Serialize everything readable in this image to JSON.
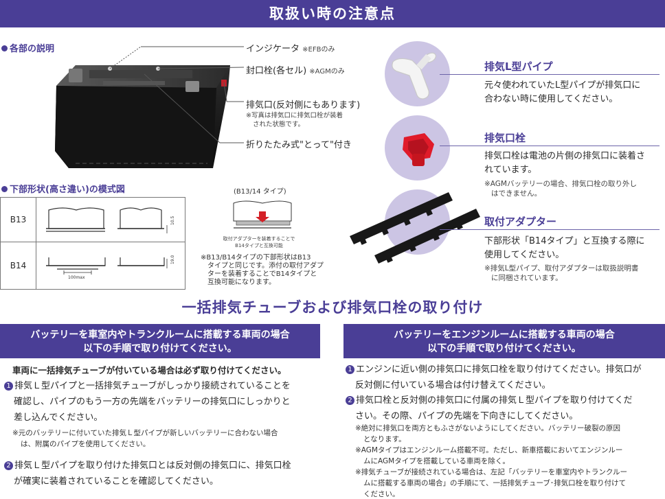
{
  "header": {
    "title": "取扱い時の注意点"
  },
  "parts_section": {
    "heading": "各部の説明",
    "callouts": {
      "indicator": {
        "label": "インジケータ",
        "note": "※EFBのみ"
      },
      "plug": {
        "label": "封口栓(各セル)",
        "note": "※AGMのみ"
      },
      "vent": {
        "label": "排気口(反対側にもあります)",
        "note1": "※写真は排気口に排気口栓が装着",
        "note2": "された状態です。"
      },
      "handle": {
        "label": "折りたたみ式\"とって\"付き"
      }
    }
  },
  "bottom_shape": {
    "heading": "下部形状(高さ違い)の模式図",
    "rows": [
      {
        "label": "B13",
        "dim": "10.5"
      },
      {
        "label": "B14",
        "dim": "19.0",
        "width_label": "100max"
      }
    ],
    "diagram_title": "(B13/14 タイプ)",
    "diagram_caption": [
      "取付アダプターを装着することで",
      "B14タイプと互換可能"
    ],
    "note_lines": [
      "※B13/B14タイプの下部形状はB13",
      "タイプと同じです。添付の取付アダプ",
      "ターを装着することでB14タイプと",
      "互換可能になります。"
    ]
  },
  "parts": [
    {
      "title": "排気L型パイプ",
      "desc": [
        "元々使われていたL型パイプが排気口に",
        "合わない時に使用してください。"
      ],
      "notes": []
    },
    {
      "title": "排気口栓",
      "desc": [
        "排気口栓は電池の片側の排気口に装着さ",
        "れています。"
      ],
      "notes": [
        "※AGMバッテリーの場合、排気口栓の取り外し",
        "はできません。"
      ]
    },
    {
      "title": "取付アダプター",
      "desc": [
        "下部形状「B14タイプ」と互換する際に",
        "使用してください。"
      ],
      "notes": [
        "※排気L型パイプ、取付アダプターは取扱説明書",
        "に同梱されています。"
      ]
    }
  ],
  "install": {
    "heading": "一括排気チューブおよび排気口栓の取り付け",
    "left": {
      "box": [
        "バッテリーを車室内やトランクルームに搭載する車両の場合",
        "以下の手順で取り付けてください。"
      ],
      "intro": "車両に一括排気チューブが付いている場合は必ず取り付けてください。",
      "step1": {
        "num": "1",
        "lines": [
          "排気Ｌ型パイプと一括排気チューブがしっかり接続されていることを",
          "確認し、パイプのもう一方の先端をバッテリーの排気口にしっかりと",
          "差し込んでください。"
        ]
      },
      "note": [
        "※元のバッテリーに付いていた排気Ｌ型パイプが新しいバッテリーに合わない場合",
        "は、附属のパイプを使用してください。"
      ],
      "step2": {
        "num": "2",
        "lines": [
          "排気Ｌ型パイプを取り付けた排気口とは反対側の排気口に、排気口栓",
          "が確実に装着されていることを確認してください。"
        ]
      }
    },
    "right": {
      "box": [
        "バッテリーをエンジンルームに搭載する車両の場合",
        "以下の手順で取り付けてください。"
      ],
      "step1": {
        "num": "1",
        "lines": [
          "エンジンに近い側の排気口に排気口栓を取り付けてください。排気口が",
          "反対側に付いている場合は付け替えてください。"
        ]
      },
      "step2": {
        "num": "2",
        "lines": [
          "排気口栓と反対側の排気口に付属の排気Ｌ型パイプを取り付けてくだ",
          "さい。その際、パイプの先端を下向きにしてください。"
        ]
      },
      "notes": [
        "※絶対に排気口を両方ともふさがないようにしてください。バッテリー破裂の原因",
        "となります。",
        "※AGMタイプはエンジンルーム搭載不可。ただし、新車搭載においてエンジンルー",
        "ムにAGMタイプを搭載している車両を除く。",
        "※排気チューブが接続されている場合は、左記「バッテリーを車室内やトランクルー",
        "ムに搭載する車両の場合」の手順にて、一括排気チューブ･排気口栓を取り付けて",
        "ください。"
      ]
    }
  }
}
